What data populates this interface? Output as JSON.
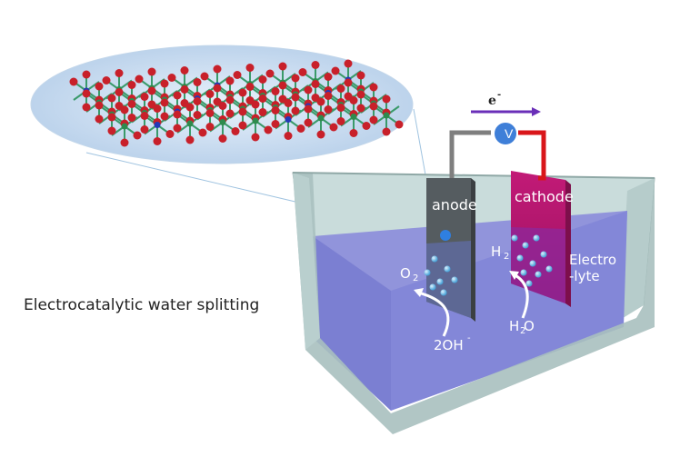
{
  "caption": "Electrocatalytic water splitting",
  "electrodes": {
    "anode": "anode",
    "cathode": "cathode"
  },
  "electrolyte": {
    "line1": "Electro",
    "line2": "-lyte"
  },
  "species": {
    "o2_main": "O",
    "o2_sub": "2",
    "h2_main": "H",
    "h2_sub": "2",
    "h2o_main": "H O",
    "h2o_sub": "2",
    "oh_main": "2OH",
    "oh_sup": "-"
  },
  "circuit": {
    "electron_main": "e",
    "electron_sup": "-",
    "meter": "V"
  },
  "colors": {
    "electrolyte": "#7a7fd6",
    "tank": "#a9c0bf",
    "anode": "#5a5a5a",
    "cathode": "#b0166a",
    "wire_positive": "#d9161a",
    "wire_negative": "#808080",
    "meter": "#3f7fd8",
    "arrow": "#6a2fb8",
    "atom_oxygen": "#c8202a",
    "atom_metal_green": "#2e8b4e",
    "atom_metal_blue": "#2438b8"
  }
}
